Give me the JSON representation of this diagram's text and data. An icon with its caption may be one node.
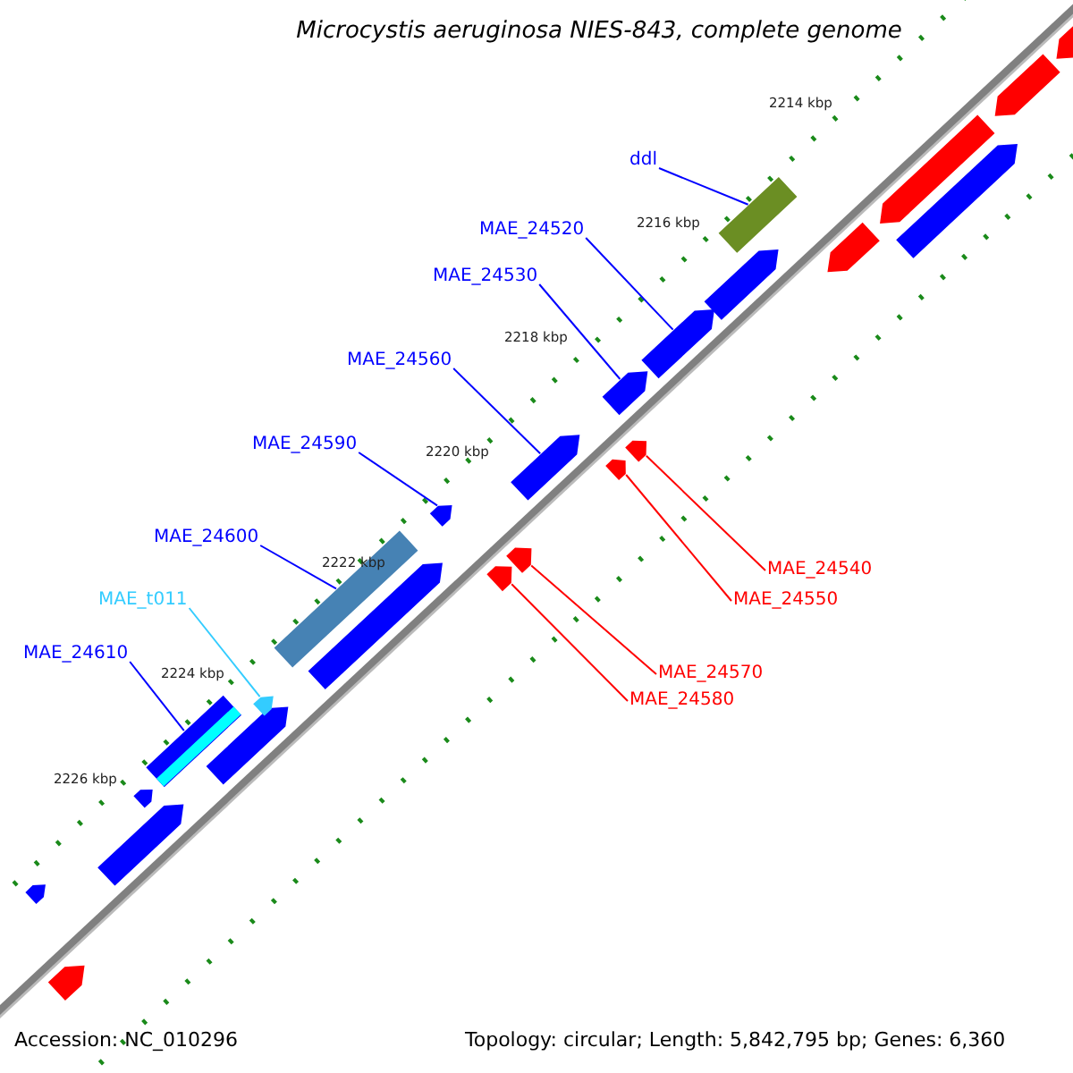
{
  "diagram": {
    "title": "Microcystis aeruginosa NIES-843, complete genome",
    "nodes": [
      {
        "text": [
          "ddl"
        ]
      },
      {
        "text": [
          "MAE_24520"
        ]
      },
      {
        "text": [
          "MAE_24530"
        ]
      },
      {
        "text": [
          "MAE_24560"
        ]
      },
      {
        "text": [
          "MAE_24590"
        ]
      },
      {
        "text": [
          "MAE_24600"
        ]
      },
      {
        "text": [
          "MAE_t011"
        ]
      },
      {
        "text": [
          "MAE_24610"
        ]
      },
      {
        "text": [
          "MAE_24540"
        ]
      },
      {
        "text": [
          "MAE_24550"
        ]
      },
      {
        "text": [
          "MAE_24570"
        ]
      },
      {
        "text": [
          "MAE_24580"
        ]
      },
      {
        "text": [],
        "shape": "bar"
      },
      {
        "text": [],
        "shape": "bar"
      },
      {
        "text": [],
        "shape": "bar"
      },
      {
        "text": [],
        "shape": "bar"
      },
      {
        "text": [],
        "shape": "bar"
      },
      {
        "text": [],
        "shape": "bar"
      },
      {
        "text": [],
        "shape": "bar"
      },
      {
        "text": [],
        "shape": "bar"
      },
      {
        "text": [],
        "shape": "bar"
      },
      {
        "text": [],
        "shape": "bar"
      },
      {
        "text": [],
        "shape": "bar"
      },
      {
        "text": [],
        "shape": "bar"
      },
      {
        "text": [],
        "shape": "bar"
      },
      {
        "text": [],
        "shape": "bar"
      },
      {
        "text": [],
        "shape": "bar"
      },
      {
        "text": [],
        "shape": "bar"
      },
      {
        "text": [],
        "shape": "bar"
      },
      {
        "text": [],
        "shape": "bar"
      },
      {
        "text": [],
        "shape": "bar"
      },
      {
        "text": [],
        "shape": "bar"
      },
      {
        "text": [],
        "shape": "bar"
      },
      {
        "text": [],
        "shape": "bar"
      },
      {
        "text": [],
        "shape": "bar"
      },
      {
        "text": [],
        "shape": "bar"
      }
    ],
    "edges": [
      {
        "from": 0,
        "to": 17,
        "arrow": "none"
      },
      {
        "from": 1,
        "to": 19,
        "arrow": "none"
      },
      {
        "from": 2,
        "to": 20,
        "arrow": "none"
      },
      {
        "from": 3,
        "to": 23,
        "arrow": "none"
      },
      {
        "from": 4,
        "to": 26,
        "arrow": "none"
      },
      {
        "from": 5,
        "to": 28,
        "arrow": "none"
      },
      {
        "from": 6,
        "to": 30,
        "arrow": "none",
        "color": "#33ccff"
      },
      {
        "from": 7,
        "to": 31,
        "arrow": "none"
      },
      {
        "from": 8,
        "to": 21,
        "arrow": "none",
        "color": "#ff0000"
      },
      {
        "from": 9,
        "to": 22,
        "arrow": "none",
        "color": "#ff0000"
      },
      {
        "from": 10,
        "to": 24,
        "arrow": "none",
        "color": "#ff0000"
      },
      {
        "from": 11,
        "to": 25,
        "arrow": "none",
        "color": "#ff0000"
      }
    ],
    "labels": [
      "2214 kbp",
      "2216 kbp",
      "2218 kbp",
      "2220 kbp",
      "2222 kbp",
      "2224 kbp",
      "2226 kbp",
      "Accession: NC_010296",
      "Topology: circular; Length: 5,842,795 bp; Genes: 6,360"
    ]
  }
}
